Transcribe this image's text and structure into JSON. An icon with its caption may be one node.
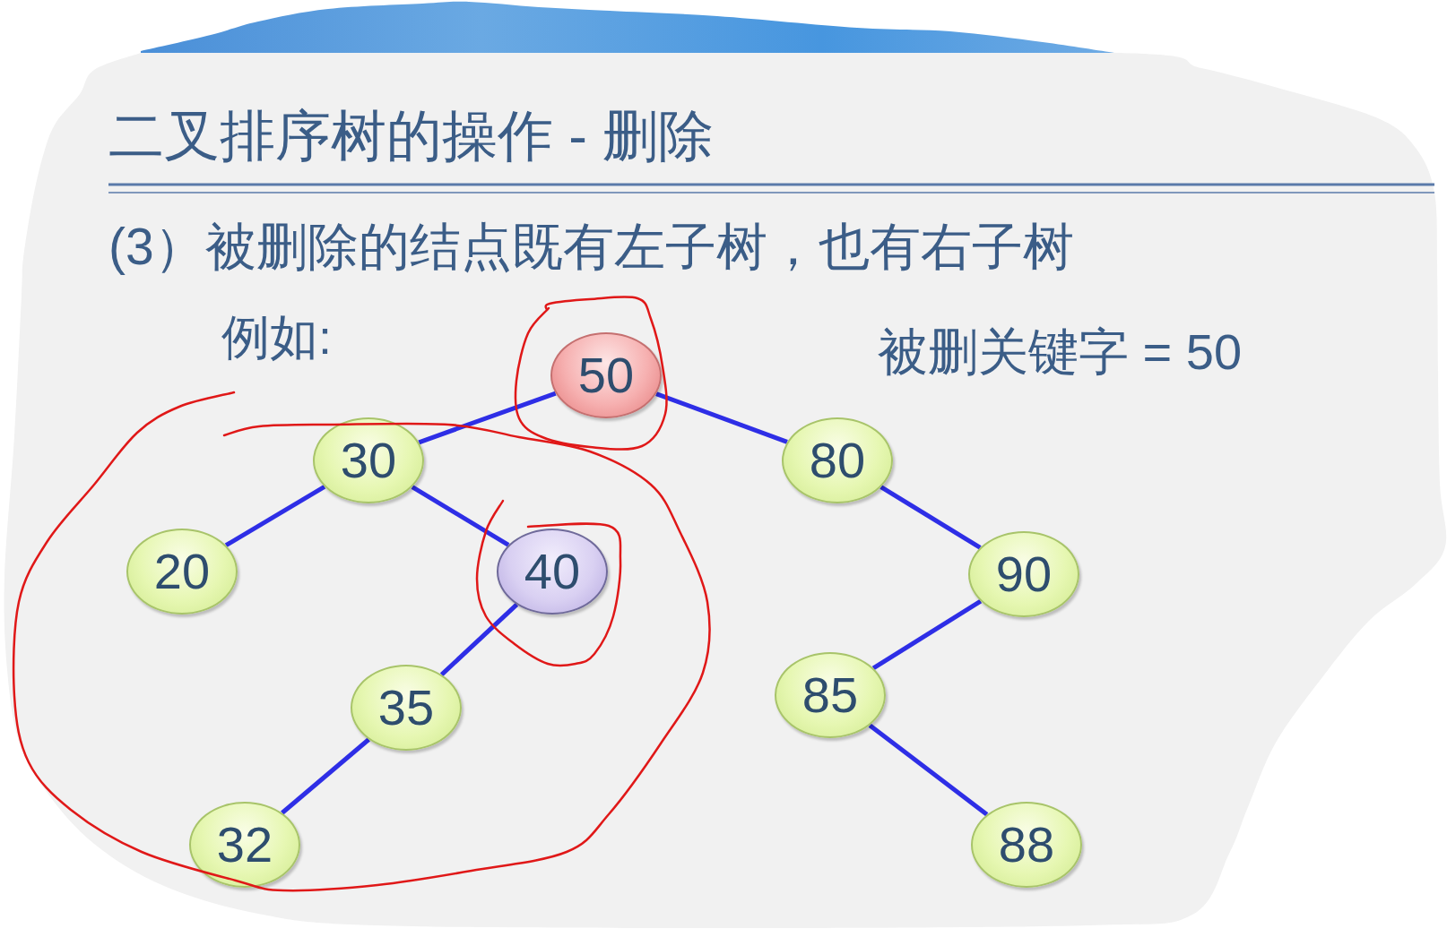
{
  "diagram": {
    "title": "二叉排序树的操作 - 删除",
    "nodes": [
      {
        "text": [
          "50"
        ]
      },
      {
        "text": [
          "30"
        ]
      },
      {
        "text": [
          "80"
        ]
      },
      {
        "text": [
          "20"
        ]
      },
      {
        "text": [
          "40"
        ]
      },
      {
        "text": [
          "90"
        ]
      },
      {
        "text": [
          "35"
        ]
      },
      {
        "text": [
          "85"
        ]
      },
      {
        "text": [
          "32"
        ]
      },
      {
        "text": [
          "88"
        ]
      }
    ],
    "edges": [
      {
        "from": 0,
        "to": 1,
        "arrow": "none"
      },
      {
        "from": 0,
        "to": 2,
        "arrow": "none"
      },
      {
        "from": 1,
        "to": 3,
        "arrow": "none"
      },
      {
        "from": 1,
        "to": 4,
        "arrow": "none"
      },
      {
        "from": 2,
        "to": 5,
        "arrow": "none"
      },
      {
        "from": 4,
        "to": 6,
        "arrow": "none"
      },
      {
        "from": 5,
        "to": 7,
        "arrow": "none"
      },
      {
        "from": 6,
        "to": 8,
        "arrow": "none"
      },
      {
        "from": 7,
        "to": 9,
        "arrow": "none"
      }
    ],
    "labels": [
      "(3）被删除的结点既有左子树，也有右子树",
      "例如:",
      "被删关键字 = 50"
    ]
  }
}
